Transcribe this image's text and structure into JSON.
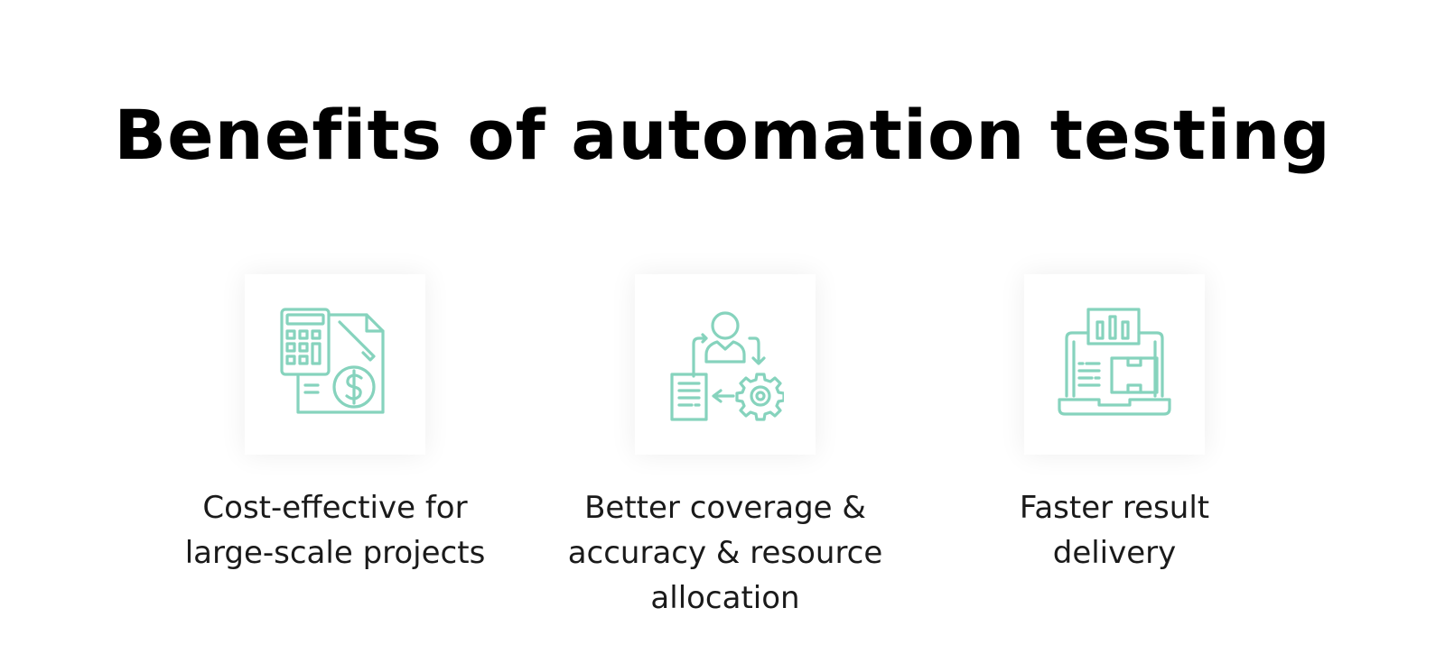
{
  "page": {
    "title": "Benefits of automation testing",
    "accent_color": "#86d3bd"
  },
  "benefits": [
    {
      "icon": "calculator-invoice-dollar-icon",
      "lines": [
        "Cost-effective for",
        "large-scale projects"
      ]
    },
    {
      "icon": "person-document-gear-cycle-icon",
      "lines": [
        "Better coverage &",
        "accuracy & resource",
        "allocation"
      ]
    },
    {
      "icon": "laptop-chart-box-icon",
      "lines": [
        "Faster result",
        "delivery"
      ]
    }
  ]
}
